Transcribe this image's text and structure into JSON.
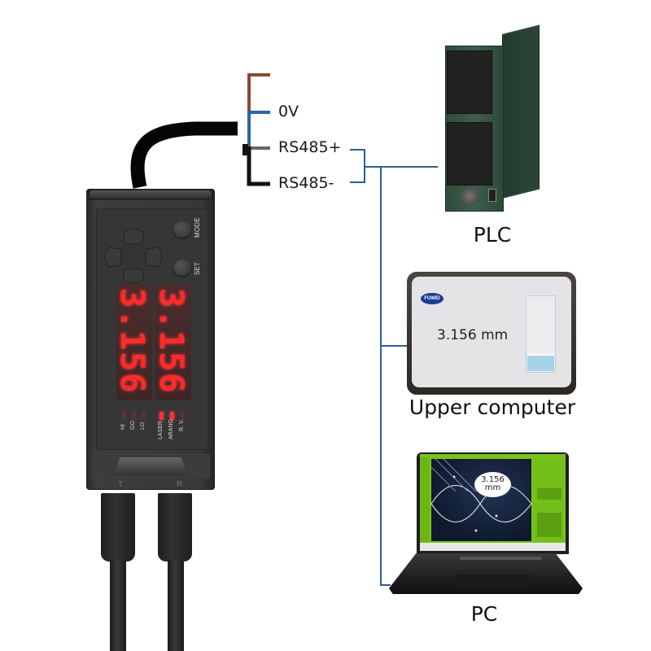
{
  "wiring": {
    "labels": {
      "zero_v": "0V",
      "rs485_plus": "RS485+",
      "rs485_minus": "RS485-"
    },
    "colors": {
      "brown_wire": "#8b4a33",
      "blue_wire": "#2b67a6",
      "gray_wire": "#666666",
      "black_wire": "#111111",
      "bus_line": "#2c5f95"
    }
  },
  "sensor": {
    "buttons": {
      "mode": "MODE",
      "set": "SET"
    },
    "displays": [
      {
        "value": "3.156"
      },
      {
        "value": "3.156"
      }
    ],
    "indicators": [
      {
        "label": "HI",
        "on": false
      },
      {
        "label": "GO",
        "on": false
      },
      {
        "label": "LO",
        "on": false
      },
      {
        "label": "LASER",
        "on": true
      },
      {
        "label": "ARANG",
        "on": true
      },
      {
        "label": "R. V.",
        "on": false
      }
    ],
    "connectors": {
      "left": "T",
      "right": "R"
    },
    "display_color": "#ff2a2a"
  },
  "devices": {
    "plc": {
      "label": "PLC"
    },
    "upper_computer": {
      "label": "Upper computer",
      "logo": "FUWEI",
      "reading": "3.156 mm",
      "level_fraction": 0.2
    },
    "pc": {
      "label": "PC",
      "reading_value": "3.156",
      "reading_unit": "mm"
    }
  }
}
